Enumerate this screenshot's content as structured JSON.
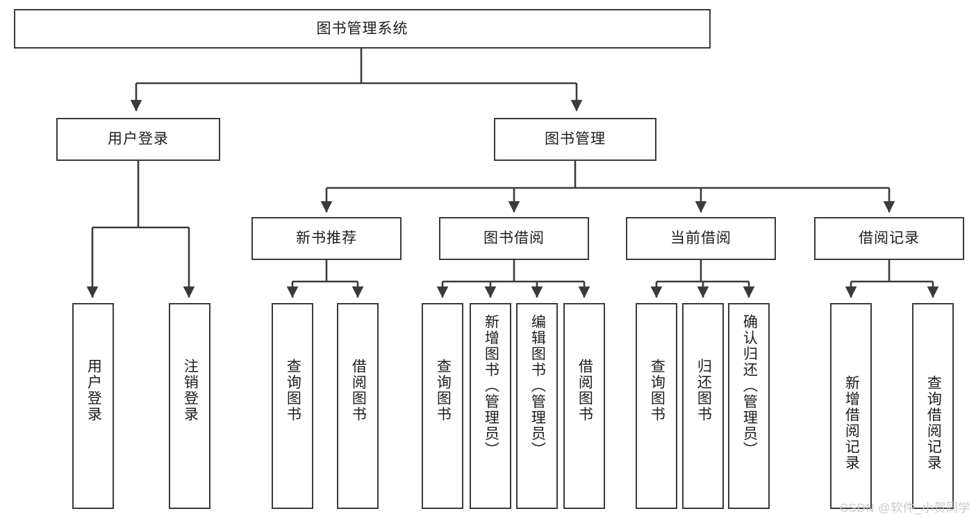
{
  "diagram": {
    "type": "tree-hierarchy-chart",
    "title": "图书管理系统",
    "colors": {
      "box_border": "#3a3a3a",
      "box_fill": "#ffffff",
      "connector": "#3a3a3a",
      "text": "#1c1c1c",
      "watermark": "#c9c9c9",
      "background": "#ffffff"
    },
    "root": {
      "label": "图书管理系统"
    },
    "level1": [
      {
        "label": "用户登录"
      },
      {
        "label": "图书管理"
      }
    ],
    "level2": [
      {
        "label": "新书推荐"
      },
      {
        "label": "图书借阅"
      },
      {
        "label": "当前借阅"
      },
      {
        "label": "借阅记录"
      }
    ],
    "leaves": {
      "user_login": [
        {
          "label": "用户登录"
        },
        {
          "label": "注销登录"
        }
      ],
      "new_book_recommend": [
        {
          "label": "查询图书"
        },
        {
          "label": "借阅图书"
        }
      ],
      "book_borrow": [
        {
          "label": "查询图书"
        },
        {
          "label": "新增图书（管理员）"
        },
        {
          "label": "编辑图书（管理员）"
        },
        {
          "label": "借阅图书"
        }
      ],
      "current_borrow": [
        {
          "label": "查询图书"
        },
        {
          "label": "归还图书"
        },
        {
          "label": "确认归还（管理员）"
        }
      ],
      "borrow_record": [
        {
          "label": "新增借阅记录"
        },
        {
          "label": "查询借阅记录"
        }
      ]
    },
    "watermark": "CSDN @软件_小贺同学"
  }
}
